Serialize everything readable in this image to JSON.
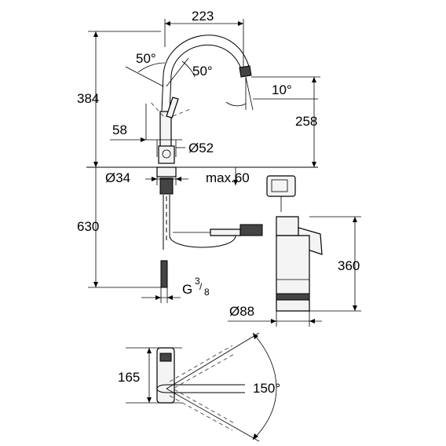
{
  "dimensions": {
    "spout_reach": "223",
    "spout_swivel_left": "50°",
    "spout_swivel_right": "50°",
    "total_height": "384",
    "outlet_angle": "10°",
    "outlet_height": "258",
    "lever_clearance": "58",
    "body_diameter": "Ø52",
    "hole_diameter": "Ø34",
    "max_deck_thickness": "max.60",
    "hose_length": "630",
    "filter_height": "360",
    "filter_diameter": "Ø88",
    "connection_thread": "G",
    "thread_fraction_num": "3",
    "thread_fraction_den": "8",
    "top_view_depth": "165",
    "rotation_angle": "150°"
  }
}
